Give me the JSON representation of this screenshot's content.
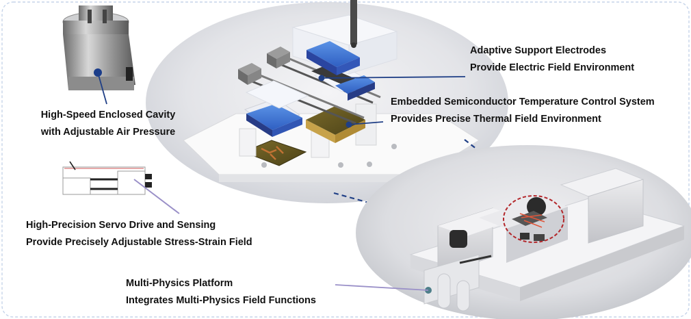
{
  "colors": {
    "frame": "#c6d4ea",
    "leader_blue": "#1f3f86",
    "leader_purple": "#9a90c8",
    "leader_teal": "#6aa0a8",
    "electrode_blue": "#3d7bd8",
    "electrode_dark": "#273c86",
    "circuit_brown": "#8b6a1e",
    "zoom_circle": "#b3262a"
  },
  "labels": {
    "electrodes": {
      "line1": "Adaptive Support Electrodes",
      "line2": "Provide Electric Field Environment"
    },
    "thermal": {
      "line1": "Embedded Semiconductor Temperature Control System",
      "line2": "Provides Precise Thermal Field Environment"
    },
    "cavity": {
      "line1": "High-Speed Enclosed Cavity",
      "line2": "with Adjustable Air Pressure"
    },
    "servo": {
      "line1": "High-Precision Servo Drive and Sensing",
      "line2": "Provide Precisely Adjustable Stress-Strain Field"
    },
    "platform": {
      "line1": "Multi-Physics Platform",
      "line2": "Integrates Multi-Physics Field Functions"
    }
  }
}
